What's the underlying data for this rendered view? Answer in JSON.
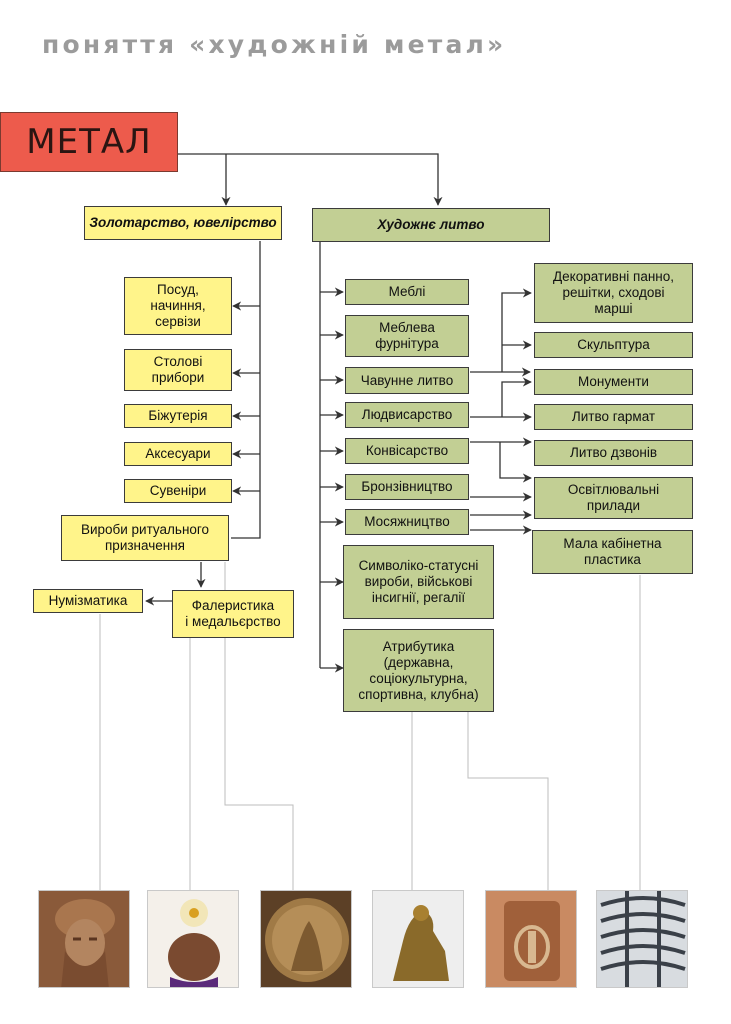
{
  "page_title": "поняття «художній метал»",
  "root": "МЕТАЛ",
  "left_branch": {
    "title": "Золотарство, ювелірство",
    "items": [
      "Посуд,\nначиння,\nсервізи",
      "Столові\nприбори",
      "Біжутерія",
      "Аксесуари",
      "Сувеніри",
      "Вироби ритуального\nпризначення"
    ],
    "faleristics": "Фалеристика\nі медальєрство",
    "numismatics": "Нумізматика"
  },
  "right_branch": {
    "title": "Художнє литво",
    "items": [
      "Меблі",
      "Меблева\nфурнітура",
      "Чавунне литво",
      "Людвисарство",
      "Конвісарство",
      "Бронзівництво",
      "Мосяжництво",
      "Символіко-статусні\nвироби, військові\nінсигнії, регалії",
      "Атрибутика\n(державна,\nсоціокультурна,\nспортивна, клубна)"
    ],
    "sub_items": [
      "Декоративні панно,\nрешітки, сходові\nмарші",
      "Скульптура",
      "Монументи",
      "Литво гармат",
      "Литво дзвонів",
      "Освітлювальні\nприлади",
      "Мала кабінетна\nпластика"
    ]
  },
  "colors": {
    "root": "#ed5b4c",
    "yellow": "#fff48a",
    "green": "#c2cf94"
  },
  "illustrations": [
    "portrait-relief",
    "flower-pendant",
    "medal-with-figures",
    "bronze-lion-sculpture",
    "metal-door-handle",
    "cast-iron-railing"
  ]
}
